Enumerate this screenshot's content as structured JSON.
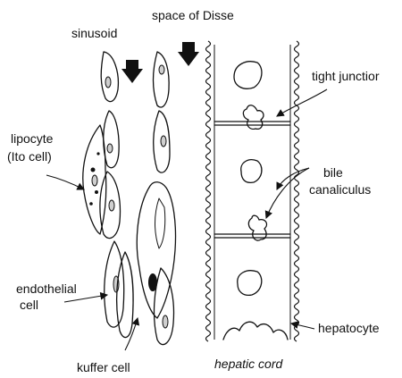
{
  "labels": {
    "space_of_disse": "space of Disse",
    "sinusoid": "sinusoid",
    "tight_junction": "tight junctior",
    "lipocyte_line1": "lipocyte",
    "lipocyte_line2": "(Ito cell)",
    "bile_line1": "bile",
    "bile_line2": "canaliculus",
    "endothelial_line1": "endothelial",
    "endothelial_line2": "cell",
    "hepatocyte": "hepatocyte",
    "kuffer_cell": "kuffer cell",
    "hepatic_cord": "hepatic cord"
  },
  "colors": {
    "ink": "#111111",
    "stipple_fill": "#d8d8d8",
    "background": "#ffffff"
  },
  "icons": [
    "down-arrow-icon"
  ]
}
